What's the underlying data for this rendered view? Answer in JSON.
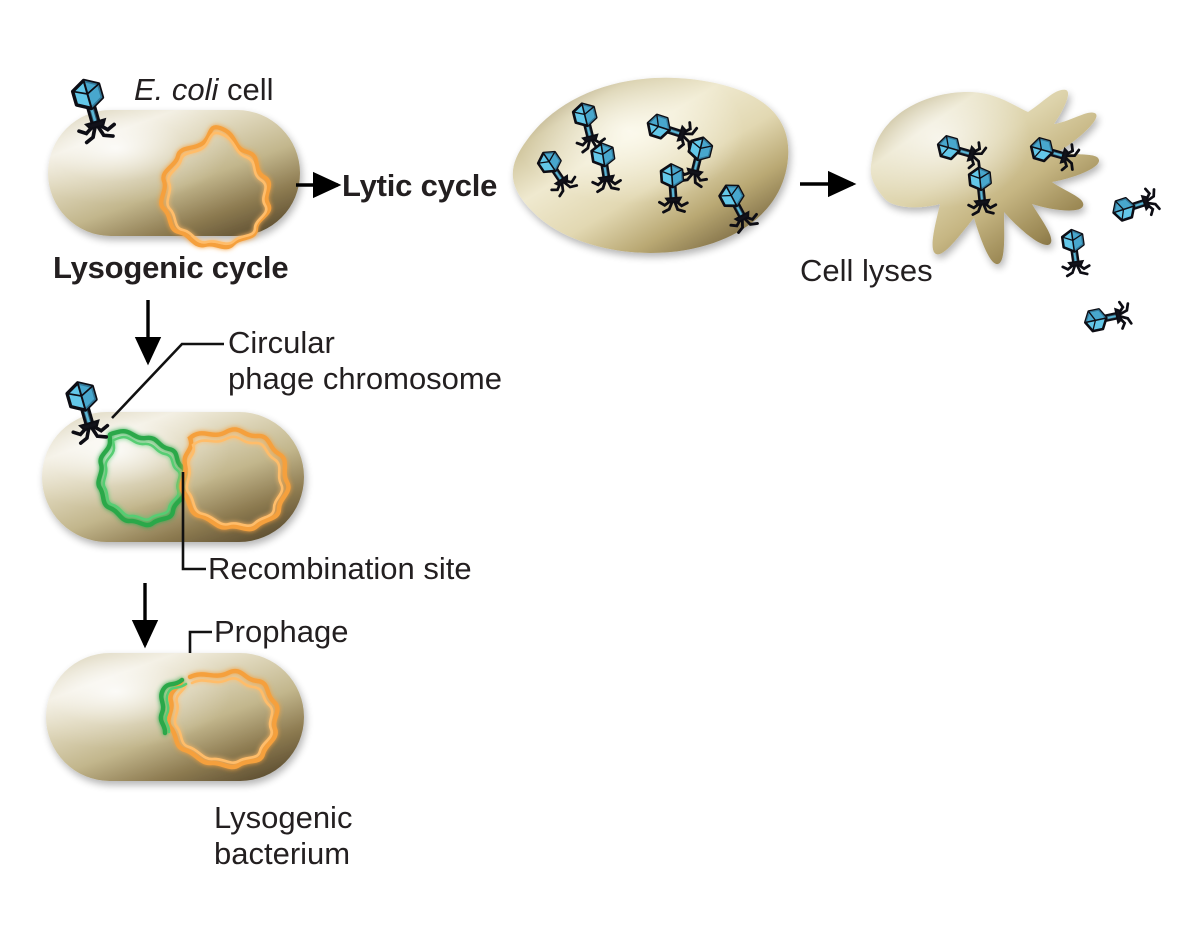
{
  "figure": {
    "title": "Lytic and lysogenic cycles of bacteriophage lambda",
    "background_color": "#ffffff"
  },
  "palette": {
    "cell_highlight": "#f2eee1",
    "cell_mid": "#cfc5a0",
    "cell_dark": "#6b5a3a",
    "cell_edge": "#5d4d31",
    "bacterial_chromosome": "#f5a03c",
    "bacterial_chromosome_light": "#ffc477",
    "phage_chromosome": "#2aa84a",
    "phage_chromosome_light": "#55c96f",
    "capsid_fill": "#63c7e8",
    "capsid_shade": "#3a8fb5",
    "phage_outline": "#111111",
    "text": "#231f20",
    "arrow": "#000000"
  },
  "labels": {
    "ecoli_italic": "E. coli",
    "ecoli_rest": " cell",
    "lytic_cycle": "Lytic cycle",
    "lysogenic_cycle": "Lysogenic cycle",
    "circular_phage_chromosome_line1": "Circular",
    "circular_phage_chromosome_line2": "phage chromosome",
    "recombination_site": "Recombination site",
    "prophage": "Prophage",
    "lysogenic_bacterium_line1": "Lysogenic",
    "lysogenic_bacterium_line2": "bacterium",
    "cell_lyses": "Cell lyses"
  },
  "icons": {
    "phage": "bacteriophage-icon",
    "arrow_right": "arrow-right-icon",
    "arrow_down": "arrow-down-icon",
    "leader_line": "leader-line-icon"
  },
  "stages": [
    {
      "id": "host-cell",
      "name": "E. coli cell with attached phage",
      "phage_count": 1,
      "chromosomes": [
        "bacterial"
      ]
    },
    {
      "id": "infected-cell",
      "name": "Cell filled with new phage particles",
      "phage_count": 7,
      "chromosomes": []
    },
    {
      "id": "lysing-cell",
      "name": "Cell lyses releasing phages",
      "phage_count_inside": 3,
      "phage_count_released": 3,
      "chromosomes": []
    },
    {
      "id": "integrating-cell",
      "name": "Cell with circular phage chromosome beside bacterial chromosome",
      "phage_count": 1,
      "chromosomes": [
        "phage",
        "bacterial"
      ]
    },
    {
      "id": "lysogenic-cell",
      "name": "Lysogenic bacterium with integrated prophage",
      "phage_count": 0,
      "chromosomes": [
        "integrated"
      ]
    }
  ],
  "counts": {
    "phages_in_infected_cell": 7,
    "phages_in_lysing_cell": 3,
    "phages_released": 3
  }
}
